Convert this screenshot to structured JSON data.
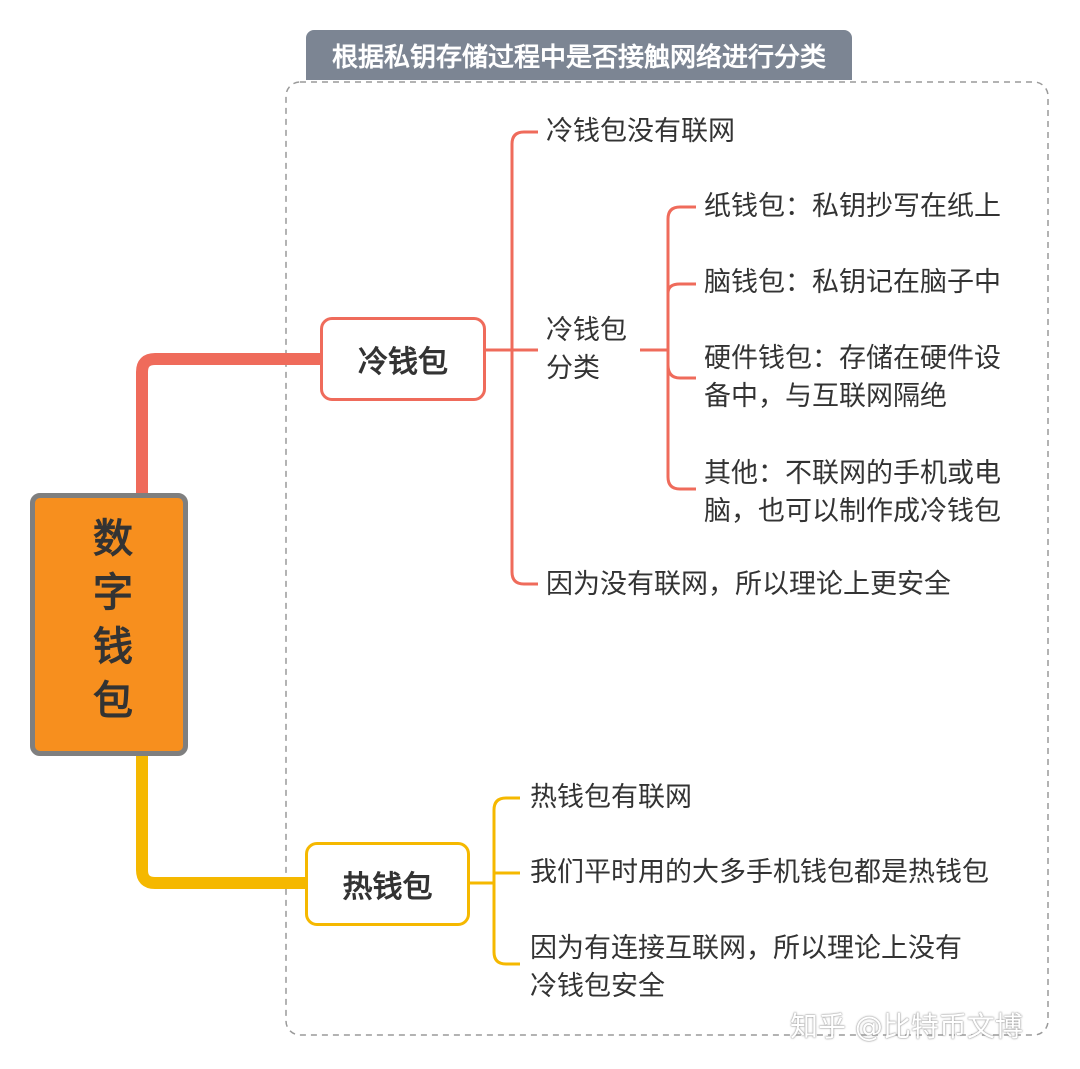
{
  "group_label": "根据私钥存储过程中是否接触网络进行分类",
  "root": {
    "label": "数字钱包"
  },
  "cold": {
    "label": "冷钱包",
    "items": [
      "冷钱包没有联网",
      "冷钱包\n分类",
      "因为没有联网，所以理论上更安全"
    ],
    "categories": [
      "纸钱包：私钥抄写在纸上",
      "脑钱包：私钥记在脑子中",
      "硬件钱包：存储在硬件设\n备中，与互联网隔绝",
      "其他：不联网的手机或电\n脑，也可以制作成冷钱包"
    ]
  },
  "hot": {
    "label": "热钱包",
    "items": [
      "热钱包有联网",
      "我们平时用的大多手机钱包都是热钱包",
      "因为有连接互联网，所以理论上没有\n冷钱包安全"
    ]
  },
  "watermark": "知乎 @比特币文博",
  "colors": {
    "root_fill": "#f78f1e",
    "root_border": "#7f7f7f",
    "cold_branch": "#ef6b5b",
    "hot_branch": "#f5b800",
    "group_label_bg": "#7c8593",
    "group_border": "#9a9a9a"
  }
}
